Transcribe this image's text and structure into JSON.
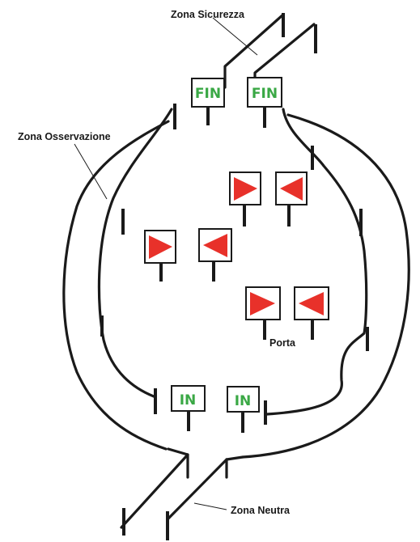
{
  "labels": {
    "safety_zone": "Zona Sicurezza",
    "observation_zone": "Zona Osservazione",
    "gate": "Porta",
    "neutral_zone": "Zona Neutra"
  },
  "signs": {
    "finish": "FIN",
    "start": "IN"
  },
  "colors": {
    "sign_text": "#3aa845",
    "arrow": "#e8312a",
    "line": "#1a1a1a"
  }
}
